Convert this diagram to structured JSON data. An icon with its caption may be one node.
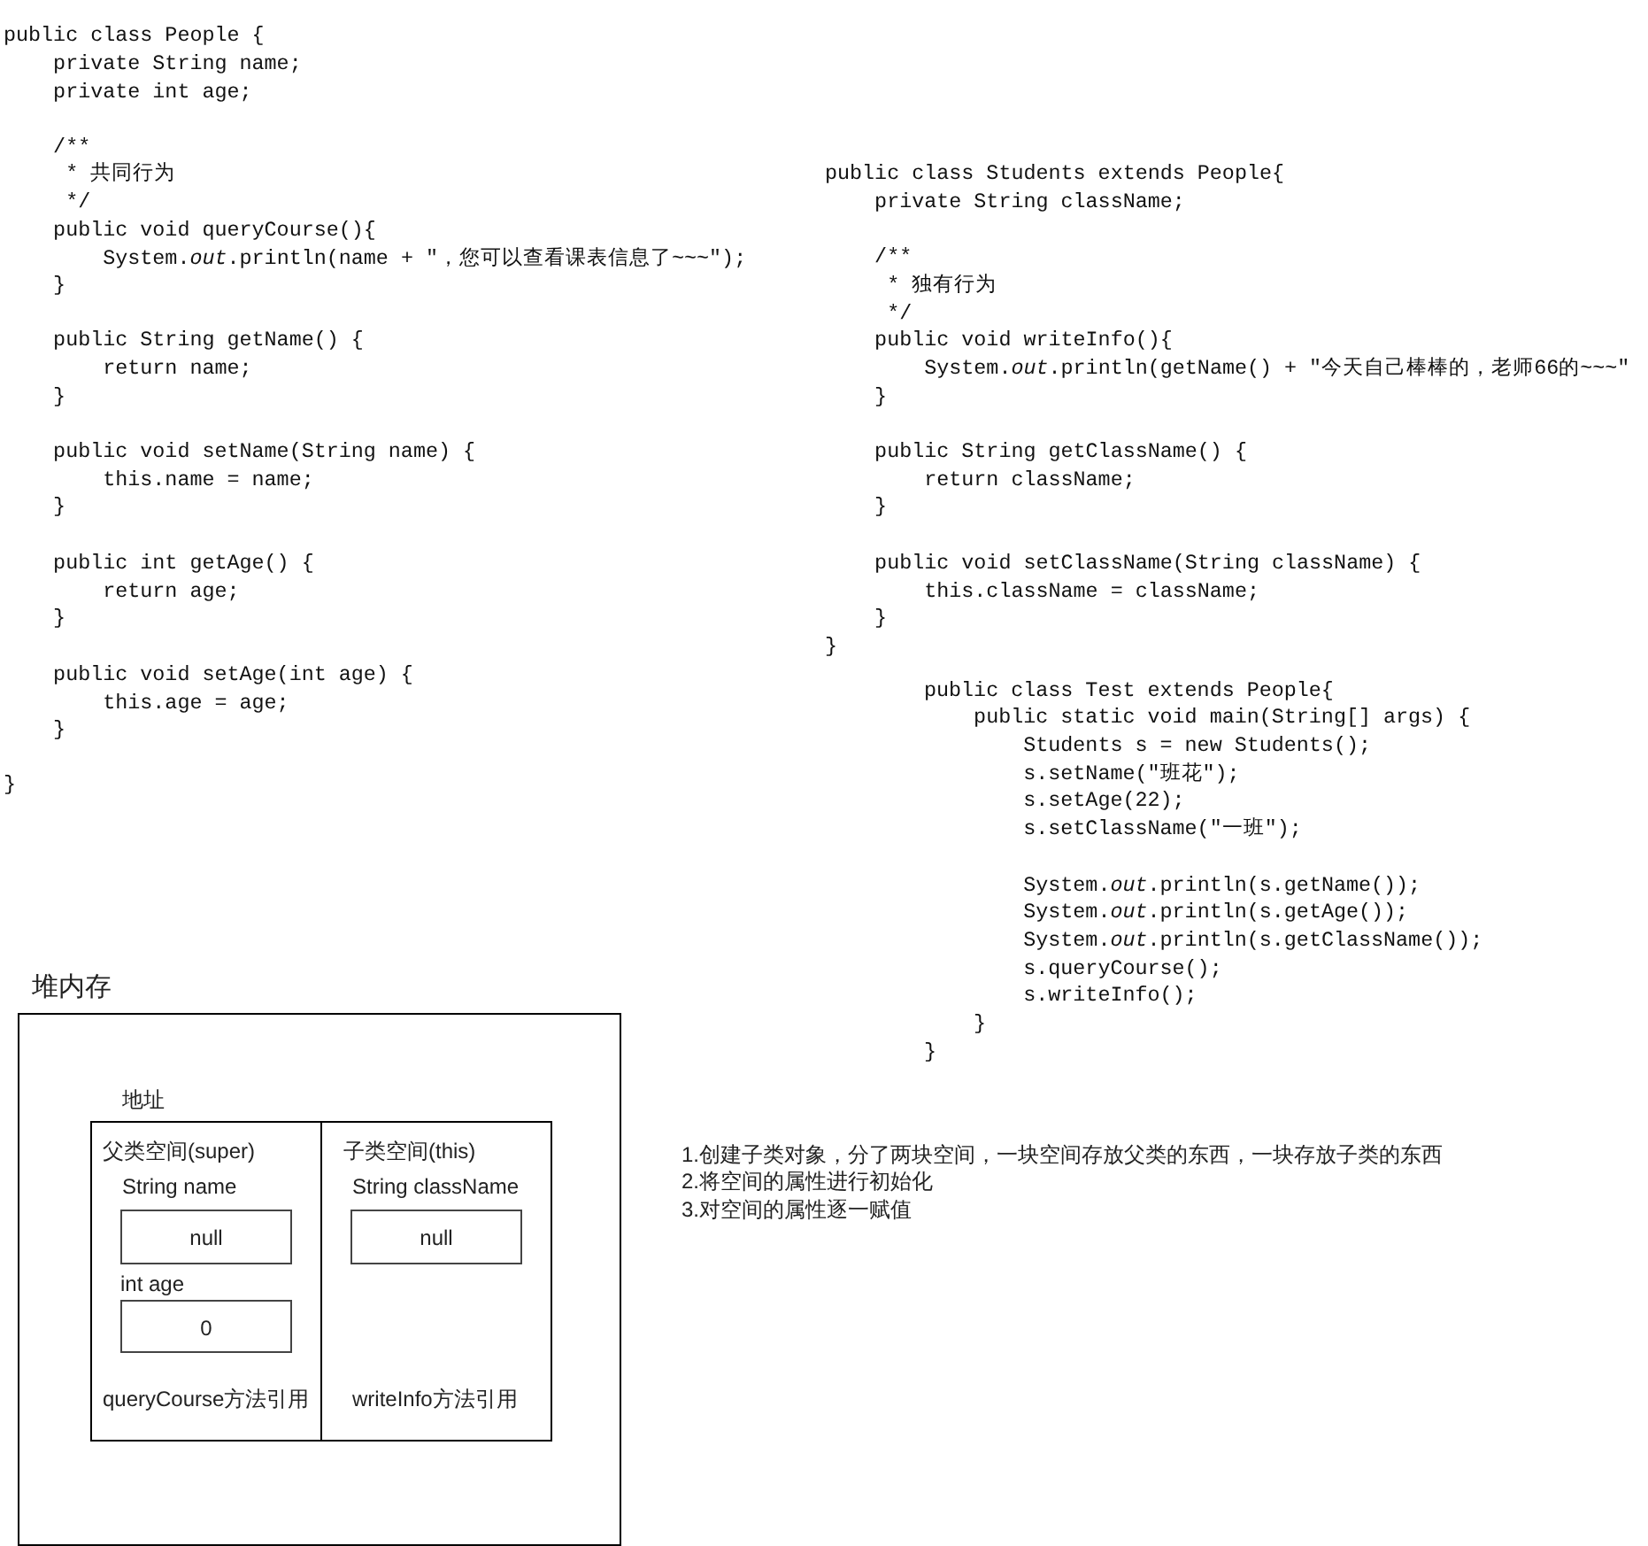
{
  "diagram": {
    "nodes": [
      {
        "text": [
          "堆内存"
        ]
      },
      {
        "text": [
          "地址"
        ],
        "in": 0
      },
      {
        "text": [
          "父类空间(super)",
          "String name",
          "int age",
          "queryCourse方法引用"
        ],
        "in": 1
      },
      {
        "text": [
          "null"
        ],
        "in": 2
      },
      {
        "text": [
          "0"
        ],
        "in": 2
      },
      {
        "text": [
          "子类空间(this)",
          "String className",
          "writeInfo方法引用"
        ],
        "in": 1
      },
      {
        "text": [
          "null"
        ],
        "in": 5
      }
    ],
    "labels": [
      "public class People {",
      "    private String name;",
      "    private int age;",
      "    /**",
      "     * 共同行为",
      "     */",
      "    public void queryCourse(){",
      "        System.*out*.println(name + \"，您可以查看课表信息了~~~\");",
      "    }",
      "    public String getName() {",
      "        return name;",
      "    }",
      "    public void setName(String name) {",
      "        this.name = name;",
      "    }",
      "    public int getAge() {",
      "        return age;",
      "    }",
      "    public void setAge(int age) {",
      "        this.age = age;",
      "    }",
      "}",
      "public class Students extends People{",
      "    private String className;",
      "    /**",
      "     * 独有行为",
      "     */",
      "    public void writeInfo(){",
      "        System.*out*.println(getName() + \"今天自己棒棒的，老师66的~~~\"",
      "    }",
      "    public String getClassName() {",
      "        return className;",
      "    }",
      "    public void setClassName(String className) {",
      "        this.className = className;",
      "    }",
      "}",
      "public class Test extends People{",
      "    public static void main(String[] args) {",
      "        Students s = new Students();",
      "        s.setName(\"班花\");",
      "        s.setAge(22);",
      "        s.setClassName(\"一班\");",
      "        System.*out*.println(s.getName());",
      "        System.*out*.println(s.getAge());",
      "        System.*out*.println(s.getClassName());",
      "        s.queryCourse();",
      "        s.writeInfo();",
      "    }",
      "}",
      "1.创建子类对象，分了两块空间，一块空间存放父类的东西，一块存放子类的东西",
      "2.将空间的属性进行初始化",
      "3.对空间的属性逐一赋值"
    ]
  }
}
